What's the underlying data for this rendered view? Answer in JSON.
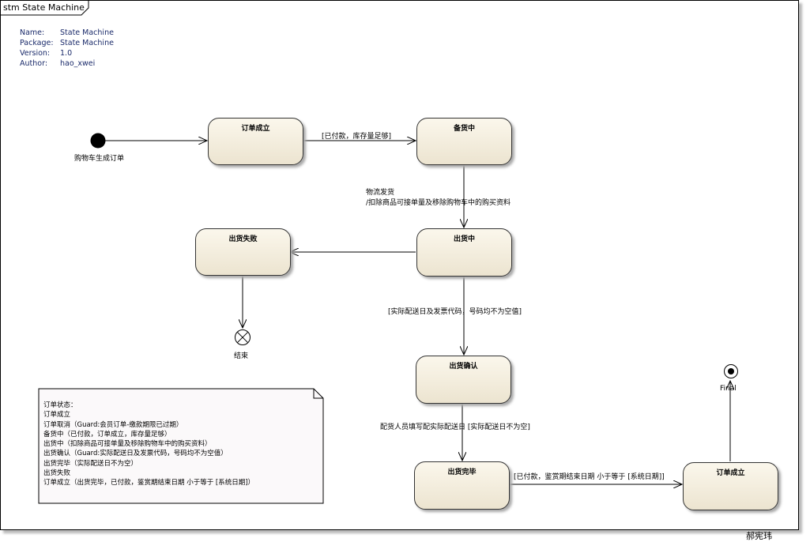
{
  "diagram": {
    "tab_label": "stm State Machine",
    "meta": [
      {
        "key": "Name:",
        "value": "State Machine"
      },
      {
        "key": "Package:",
        "value": "State Machine"
      },
      {
        "key": "Version:",
        "value": "1.0"
      },
      {
        "key": "Author:",
        "value": "hao_xwei"
      }
    ],
    "initial_label": "购物车生成订单",
    "states": {
      "order_created_1": "订单成立",
      "preparing": "备货中",
      "shipping_fail": "出货失败",
      "shipping": "出货中",
      "shipping_confirm": "出货确认",
      "shipping_done": "出货完毕",
      "order_created_2": "订单成立"
    },
    "transitions": {
      "t_paid": "[已付款，库存量足够]",
      "t_logistics_1": "物流发货",
      "t_logistics_2": "/扣除商品可接单量及移除购物车中的购买资料",
      "t_invoice": "[实际配送日及发票代码，号码均不为空值]",
      "t_delivery": "配货人员填写配实际配送日 [实际配送日不为空]",
      "t_settle": "[已付款，鉴赏期结束日期 小于等于 [系统日期]]"
    },
    "terminate_label": "结束",
    "final_label": "Final",
    "note_lines": [
      "订单状态：",
      "订单成立",
      "订单取消（Guard:会员订单-缴款期限已过期）",
      "备货中（已付款，订单成立，库存量足够）",
      "出货中（扣除商品可接单量及移除购物车中的购买资料）",
      "出货确认（Guard:实际配送日及发票代码，号码均不为空值）",
      "出货完毕（实际配送日不为空）",
      "出货失败",
      "订单成立（出货完毕，已付款，鉴赏期结束日期 小于等于 [系统日期]）"
    ],
    "signature": "郝宪玮"
  }
}
